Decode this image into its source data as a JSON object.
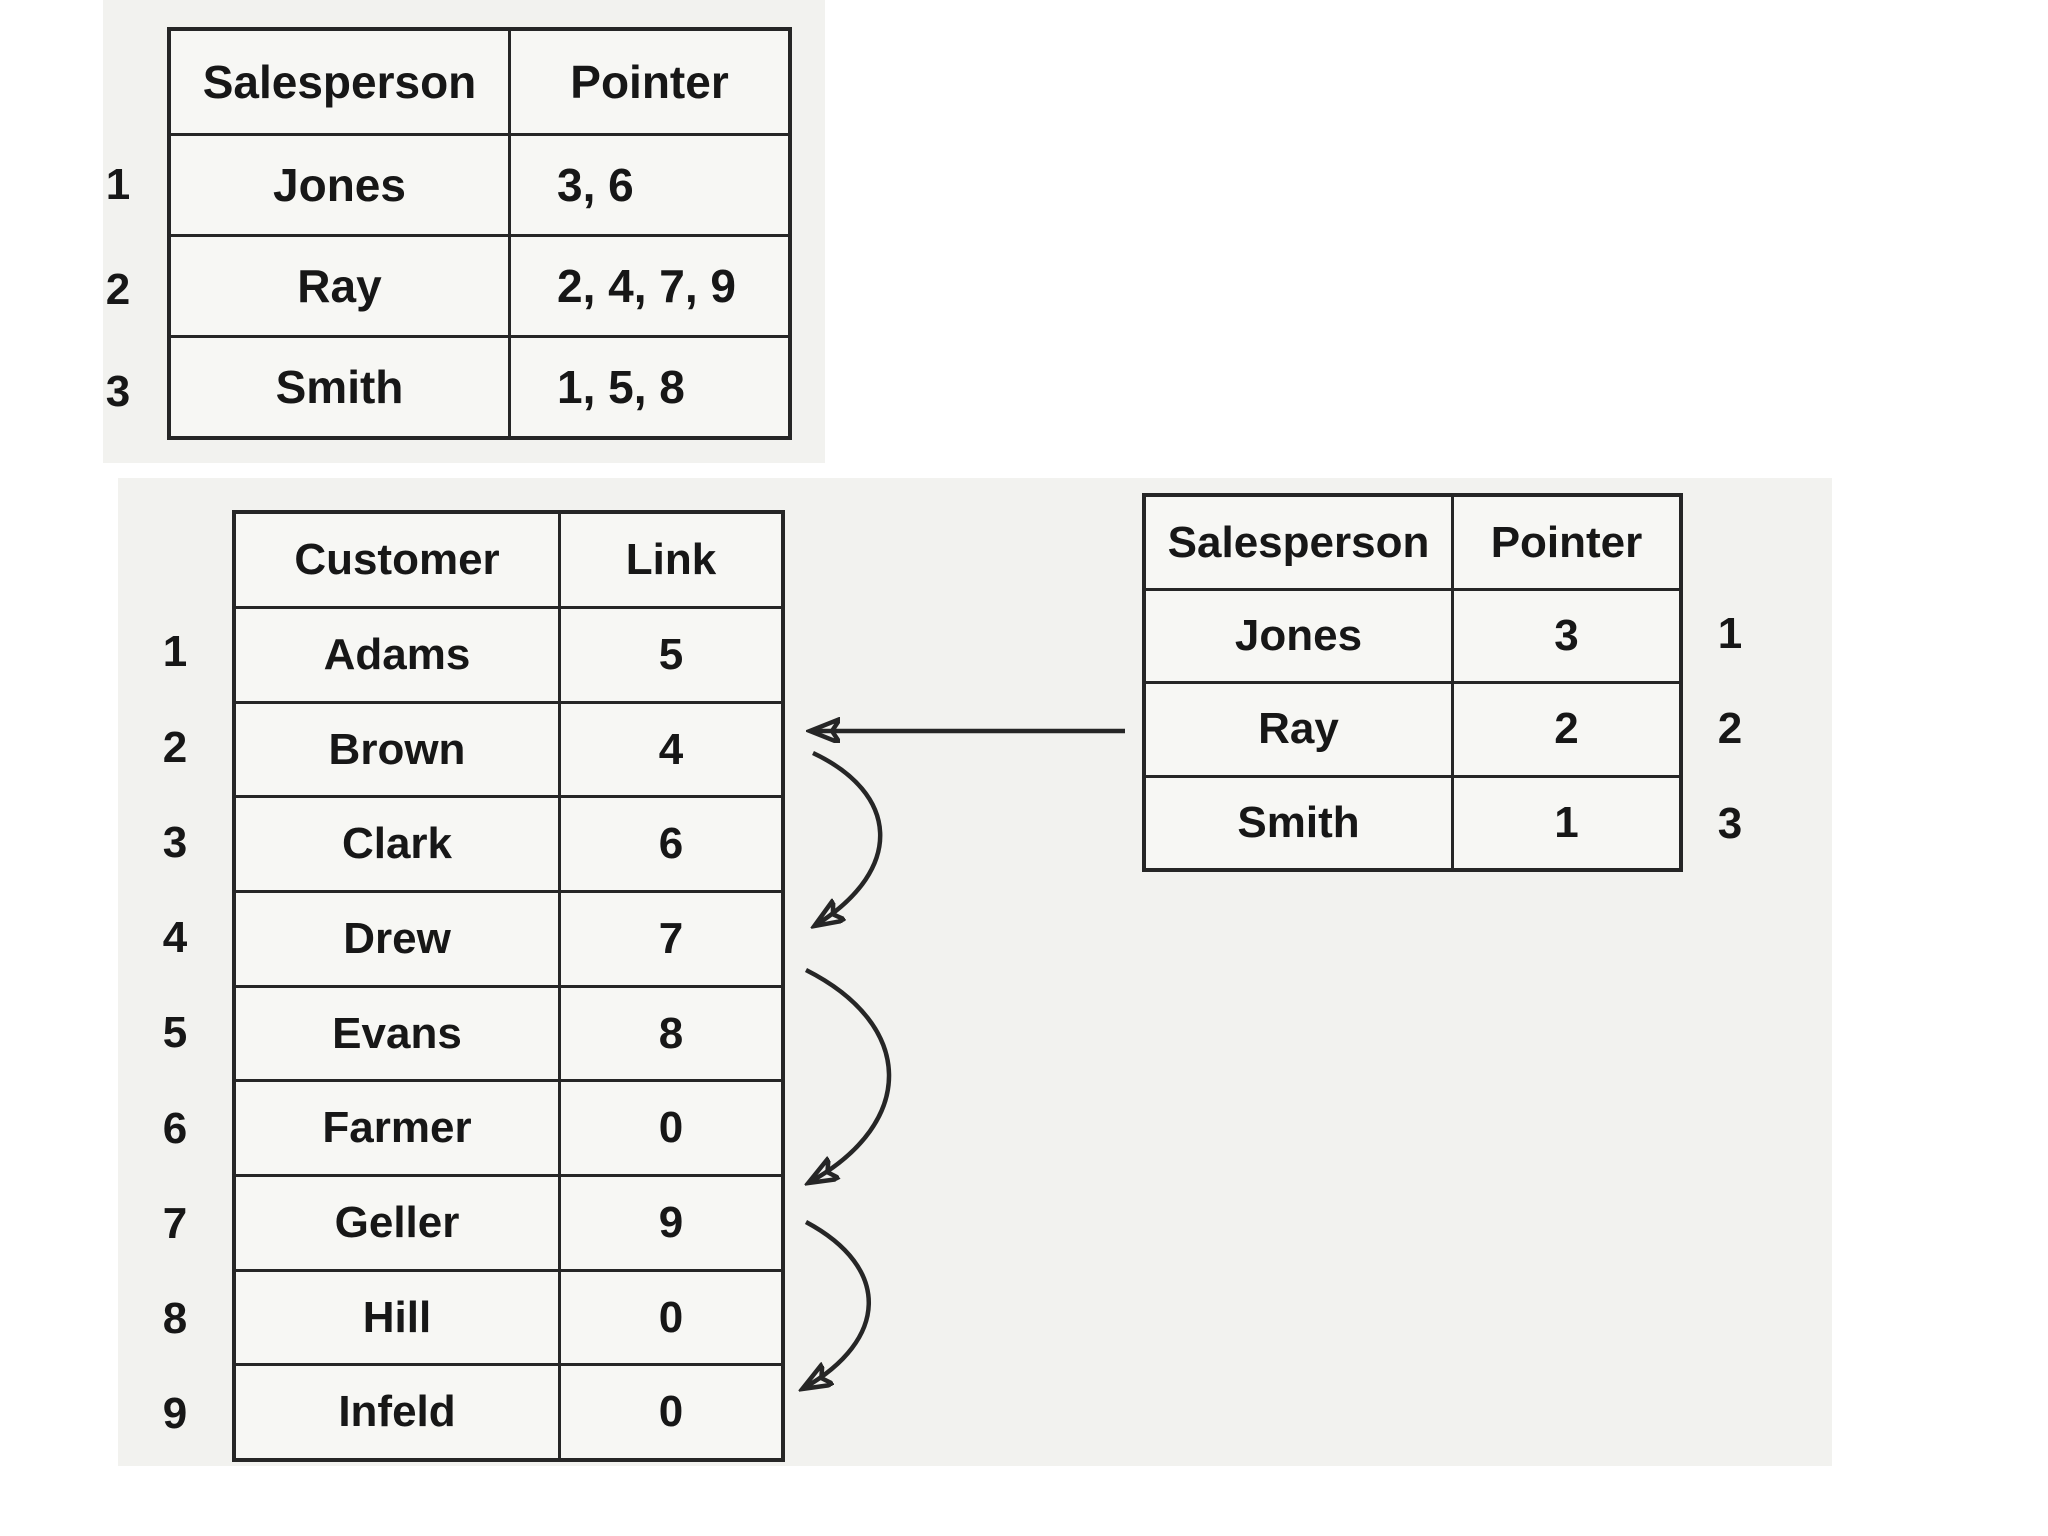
{
  "colors": {
    "paper": "#ffffff",
    "panel": "#f2f2ef",
    "cell": "#f7f7f4",
    "line": "#262626",
    "text": "#171717"
  },
  "top_table": {
    "headers": {
      "col1": "Salesperson",
      "col2": "Pointer"
    },
    "rows": [
      {
        "num": "1",
        "name": "Jones",
        "pointer": "3, 6"
      },
      {
        "num": "2",
        "name": "Ray",
        "pointer": "2, 4, 7, 9"
      },
      {
        "num": "3",
        "name": "Smith",
        "pointer": "1, 5, 8"
      }
    ]
  },
  "customer_table": {
    "headers": {
      "col1": "Customer",
      "col2": "Link"
    },
    "rows": [
      {
        "num": "1",
        "name": "Adams",
        "link": "5"
      },
      {
        "num": "2",
        "name": "Brown",
        "link": "4"
      },
      {
        "num": "3",
        "name": "Clark",
        "link": "6"
      },
      {
        "num": "4",
        "name": "Drew",
        "link": "7"
      },
      {
        "num": "5",
        "name": "Evans",
        "link": "8"
      },
      {
        "num": "6",
        "name": "Farmer",
        "link": "0"
      },
      {
        "num": "7",
        "name": "Geller",
        "link": "9"
      },
      {
        "num": "8",
        "name": "Hill",
        "link": "0"
      },
      {
        "num": "9",
        "name": "Infeld",
        "link": "0"
      }
    ]
  },
  "salesperson_table": {
    "headers": {
      "col1": "Salesperson",
      "col2": "Pointer"
    },
    "rows": [
      {
        "name": "Jones",
        "pointer": "3",
        "num": "1"
      },
      {
        "name": "Ray",
        "pointer": "2",
        "num": "2"
      },
      {
        "name": "Smith",
        "pointer": "1",
        "num": "3"
      }
    ]
  },
  "diagram_links": {
    "entry_arrow": "salesperson Ray pointer 2 -> customer row 2 (Brown)",
    "chain_arrows": [
      {
        "from_row": 2,
        "to_row": 4
      },
      {
        "from_row": 4,
        "to_row": 7
      },
      {
        "from_row": 7,
        "to_row": 9
      }
    ]
  }
}
